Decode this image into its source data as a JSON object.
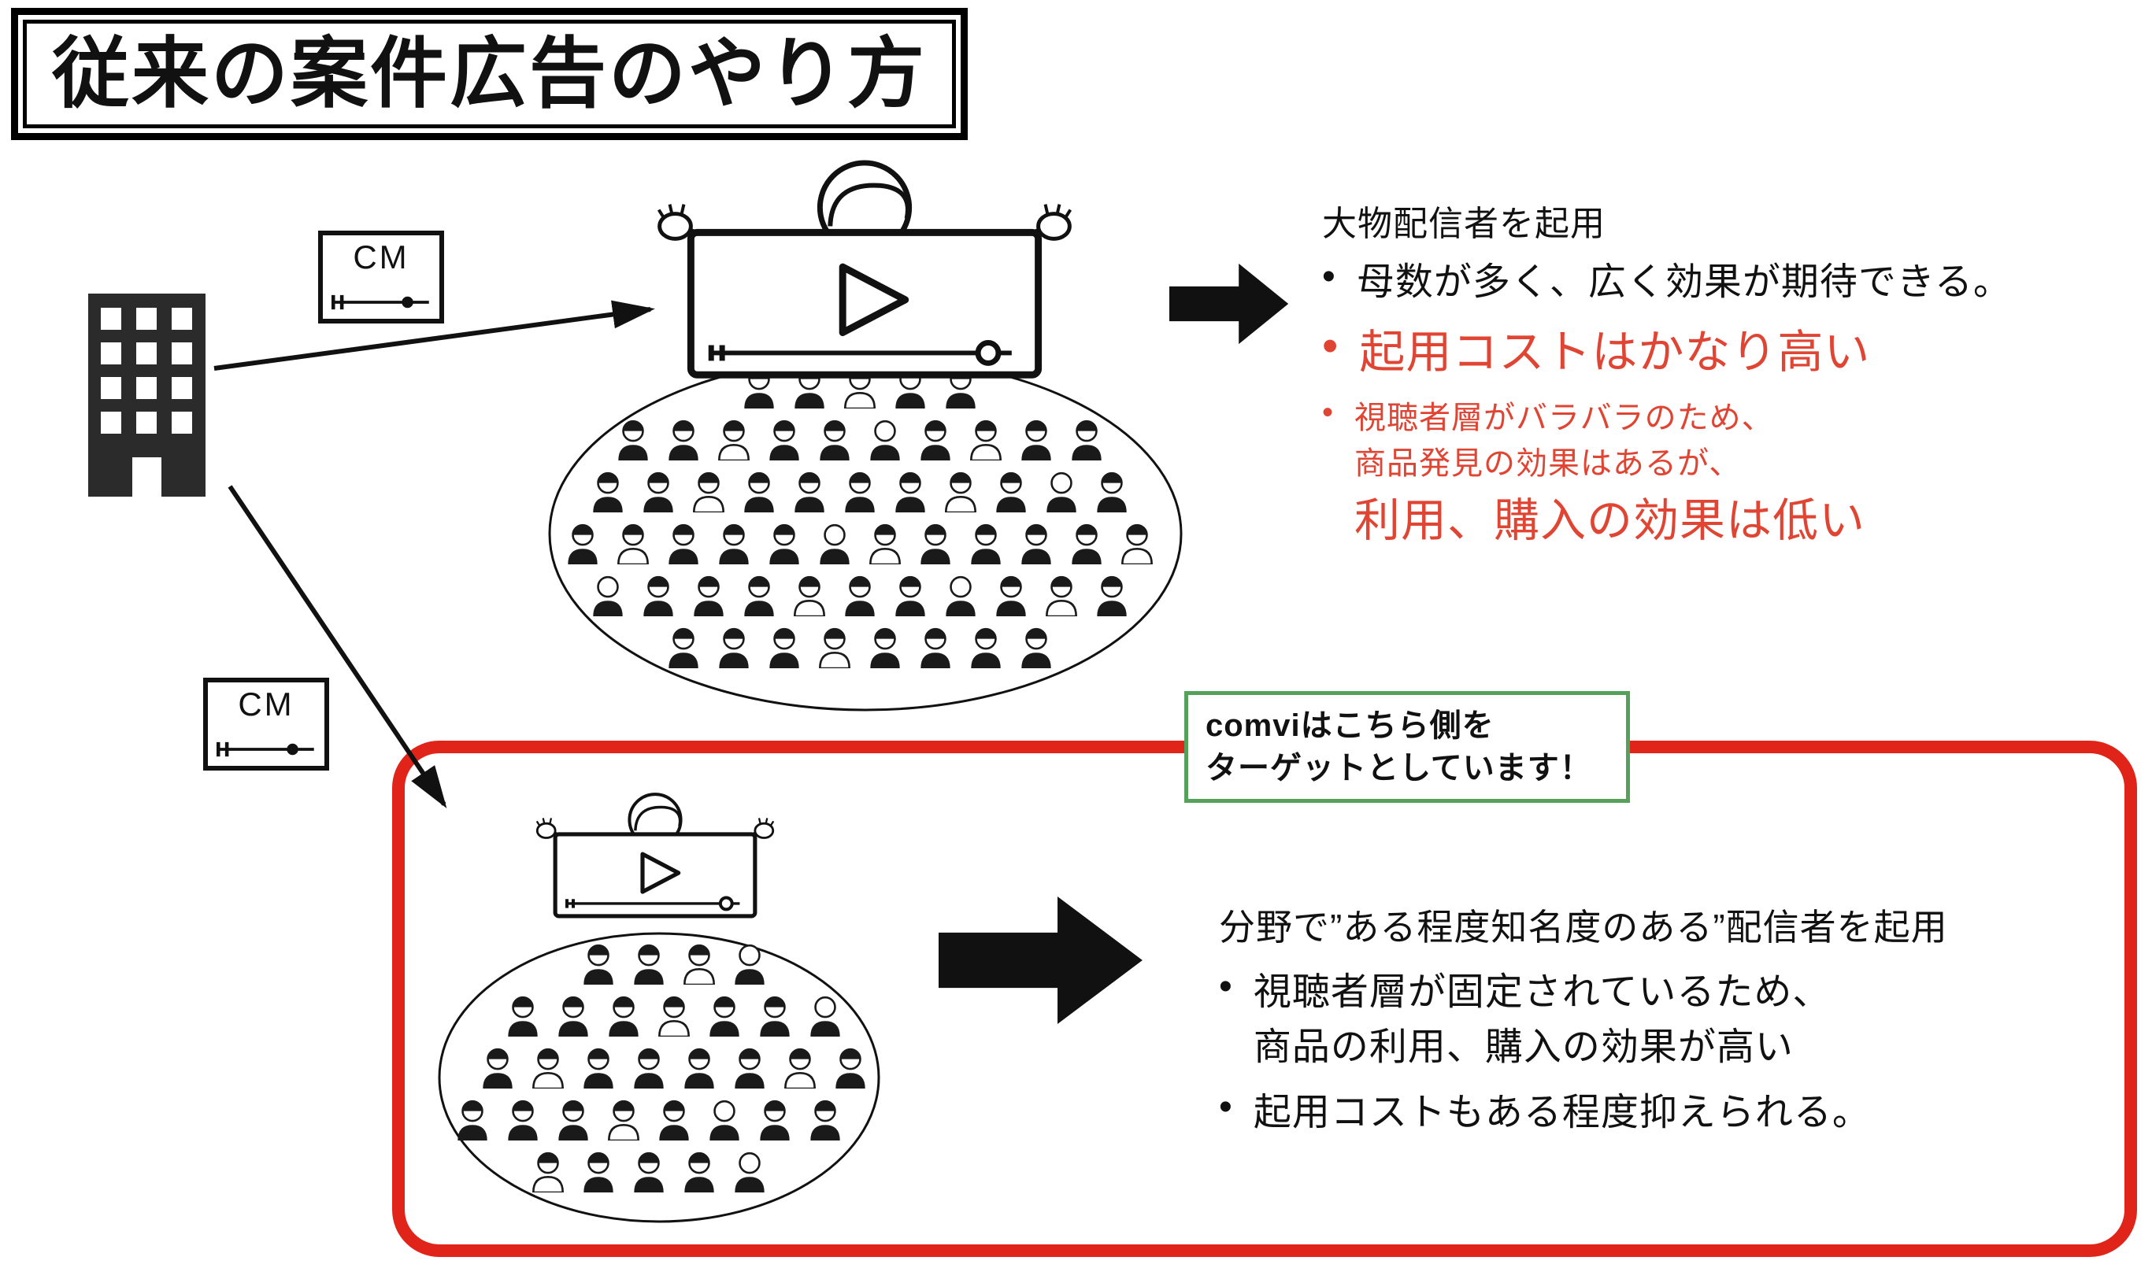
{
  "title": "従来の案件広告のやり方",
  "cm_label": "CM",
  "callout": {
    "line1": "comviはこちら側を",
    "line2": "ターゲットとしています！"
  },
  "top_result": {
    "heading": "大物配信者を起用",
    "bullet1": "母数が多く、広く効果が期待できる。",
    "bullet2": "起用コストはかなり高い",
    "bullet3_line1": "視聴者層がバラバラのため、",
    "bullet3_line2": "商品発見の効果はあるが、",
    "bullet3_line3": "利用、購入の効果は低い"
  },
  "bottom_result": {
    "heading": "分野で”ある程度知名度のある”配信者を起用",
    "bullet1_line1": "視聴者層が固定されているため、",
    "bullet1_line2": "商品の利用、購入の効果が高い",
    "bullet2": "起用コストもある程度抑えられる。"
  },
  "colors": {
    "red_box_border": "#e0241a",
    "red_text": "#e04433",
    "green_border": "#55a05a",
    "ink": "#111111"
  }
}
